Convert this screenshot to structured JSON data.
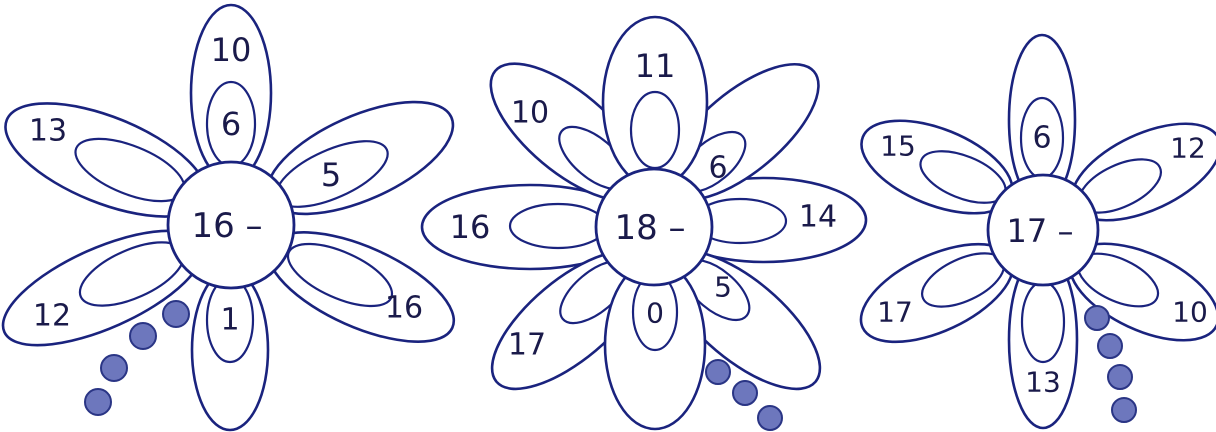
{
  "colors": {
    "outline": "#1a237e",
    "text": "#1a1a4a",
    "dot_fill": "#6d77bd",
    "dot_stroke": "#2a3585",
    "background": "#ffffff"
  },
  "flowers": [
    {
      "center": "16 –",
      "petals": [
        {
          "outer": "10",
          "inner": "6"
        },
        {
          "outer": "13",
          "inner": ""
        },
        {
          "outer": "",
          "inner": "5"
        },
        {
          "outer": "12",
          "inner": ""
        },
        {
          "outer": "16",
          "inner": ""
        },
        {
          "outer": "",
          "inner": "1"
        }
      ]
    },
    {
      "center": "18 –",
      "petals": [
        {
          "outer": "11",
          "inner": ""
        },
        {
          "outer": "10",
          "inner": ""
        },
        {
          "outer": "",
          "inner": "6"
        },
        {
          "outer": "16",
          "inner": ""
        },
        {
          "outer": "14",
          "inner": ""
        },
        {
          "outer": "17",
          "inner": ""
        },
        {
          "outer": "",
          "inner": "5"
        },
        {
          "outer": "",
          "inner": "0"
        }
      ]
    },
    {
      "center": "17 –",
      "petals": [
        {
          "outer": "",
          "inner": "6"
        },
        {
          "outer": "15",
          "inner": ""
        },
        {
          "outer": "12",
          "inner": ""
        },
        {
          "outer": "17",
          "inner": ""
        },
        {
          "outer": "10",
          "inner": ""
        },
        {
          "outer": "13",
          "inner": ""
        }
      ]
    }
  ]
}
